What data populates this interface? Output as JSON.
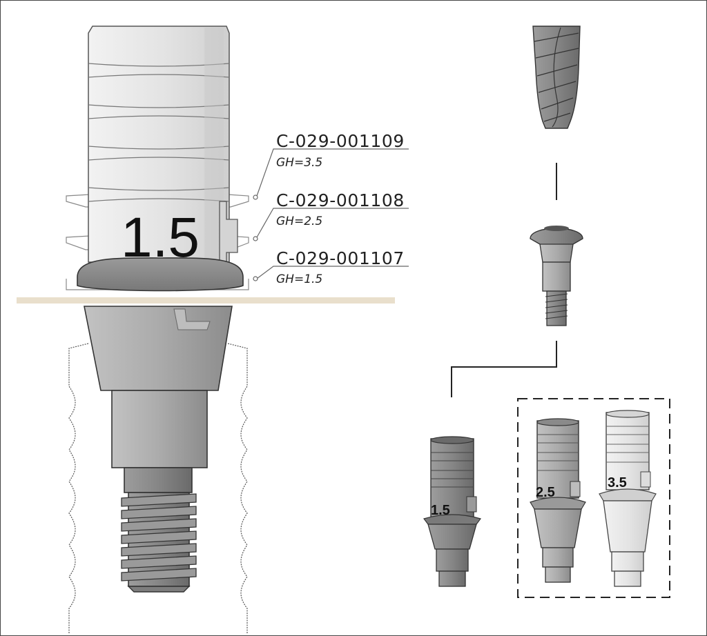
{
  "callouts": [
    {
      "code": "C-029-001109",
      "gh": "GH=3.5"
    },
    {
      "code": "C-029-001108",
      "gh": "GH=2.5"
    },
    {
      "code": "C-029-001107",
      "gh": "GH=1.5"
    }
  ],
  "main_marking": "1.5",
  "variants": [
    {
      "marking": "1.5"
    },
    {
      "marking": "2.5"
    },
    {
      "marking": "3.5"
    }
  ],
  "colors": {
    "dark_metal": "#8a8a8a",
    "mid_metal": "#a9a9a9",
    "light_metal": "#e2e2e2",
    "soft_tissue_line": "#e9dfcc",
    "outline": "#1e1e1e"
  }
}
